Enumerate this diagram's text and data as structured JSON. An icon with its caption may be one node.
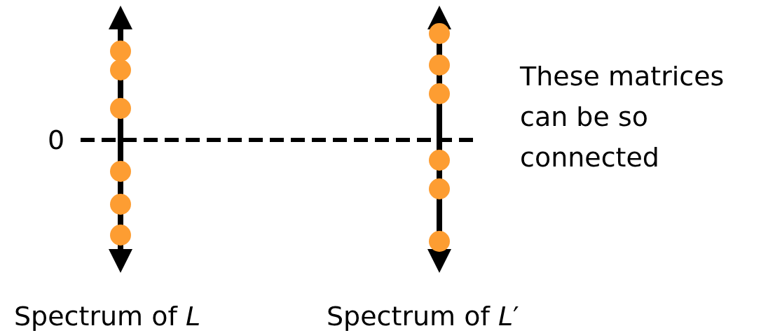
{
  "diagram": {
    "labels": [
      "0",
      "These matrices can be so connected",
      "Spectrum of *L*",
      "Spectrum of *L*′"
    ]
  }
}
